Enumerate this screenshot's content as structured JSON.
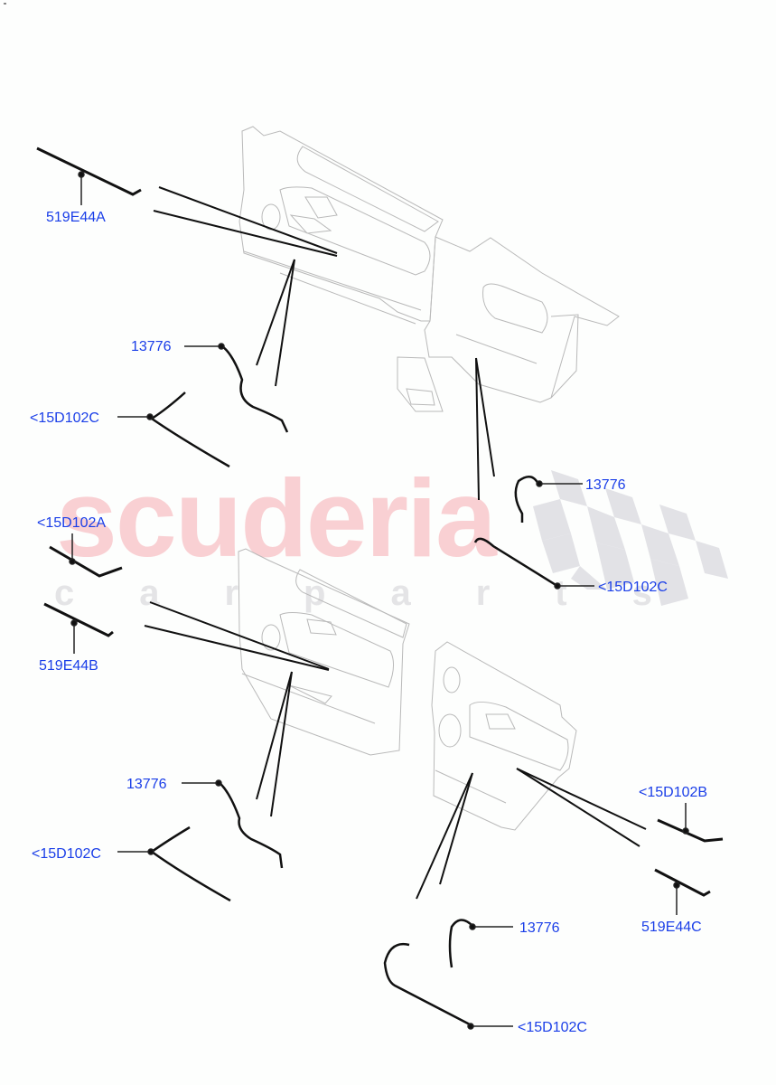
{
  "diagram": {
    "type": "exploded parts diagram",
    "subject": "Door trim panels with wiring harnesses and sill/trim strips",
    "watermark": {
      "brand": "scuderia",
      "tagline": "c a r   p a r t s",
      "brand_color": "#f9c9cc",
      "checker_color": "#e0e0e4"
    },
    "label_color": "#1a3ee8",
    "callouts": [
      {
        "id": "c1",
        "text": "519E44A"
      },
      {
        "id": "c2",
        "text": "13776"
      },
      {
        "id": "c3",
        "text": "<15D102C"
      },
      {
        "id": "c4",
        "text": "13776"
      },
      {
        "id": "c5",
        "text": "<15D102A"
      },
      {
        "id": "c6",
        "text": "<15D102C"
      },
      {
        "id": "c7",
        "text": "519E44B"
      },
      {
        "id": "c8",
        "text": "13776"
      },
      {
        "id": "c9",
        "text": "<15D102C"
      },
      {
        "id": "c10",
        "text": "<15D102B"
      },
      {
        "id": "c11",
        "text": "519E44C"
      },
      {
        "id": "c12",
        "text": "13776"
      },
      {
        "id": "c13",
        "text": "<15D102C"
      }
    ]
  }
}
